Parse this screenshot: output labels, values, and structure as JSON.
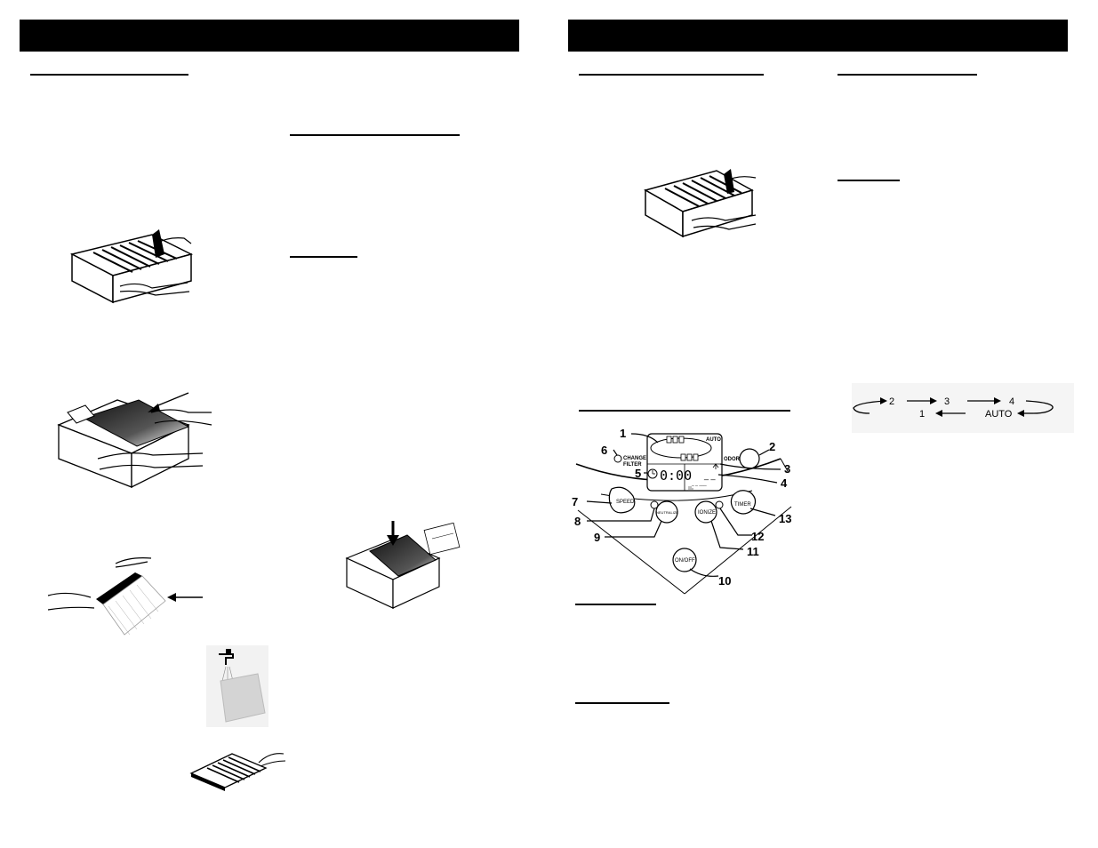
{
  "control_panel": {
    "callouts": [
      "1",
      "2",
      "3",
      "4",
      "5",
      "6",
      "7",
      "8",
      "9",
      "10",
      "11",
      "12",
      "13"
    ],
    "change_filter_line1": "CHANGE",
    "change_filter_line2": "FILTER",
    "auto": "AUTO",
    "odor": "ODOR",
    "timer_display": "0:00",
    "speed": "SPEED",
    "neutralize": "NEUTRALIZE",
    "ionize": "IONIZE",
    "timer": "TIMER",
    "on_off": "ON/OFF"
  },
  "speed_sequence": {
    "top": [
      "2",
      "3",
      "4"
    ],
    "bottom": [
      "1",
      "AUTO"
    ]
  }
}
